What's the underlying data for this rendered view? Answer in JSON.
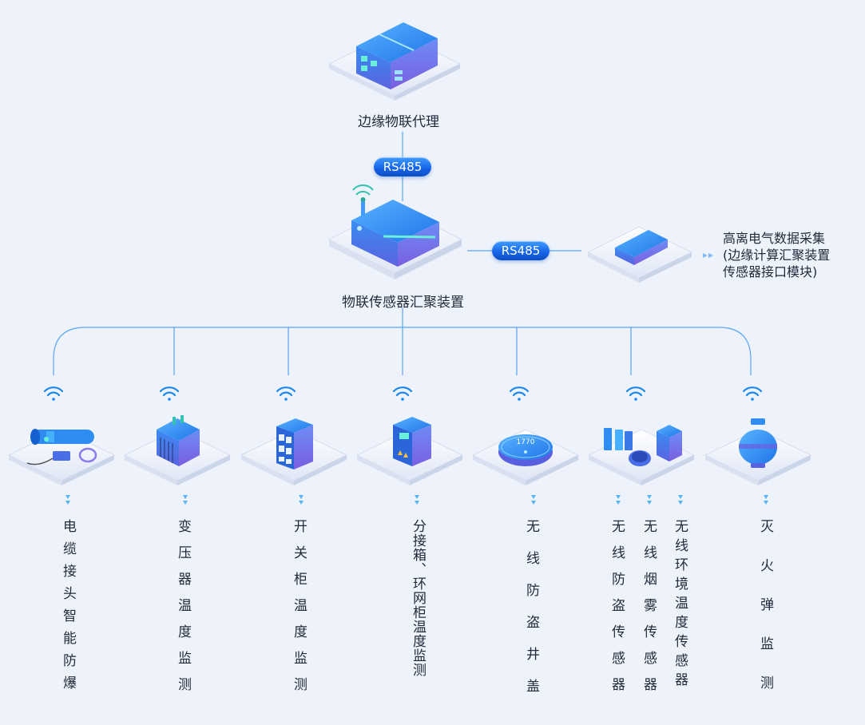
{
  "top_node": {
    "label": "边缘物联代理"
  },
  "link_top": {
    "label": "RS485"
  },
  "hub": {
    "label": "物联传感器汇聚装置"
  },
  "link_side": {
    "label": "RS485"
  },
  "side_node": {
    "lines": [
      "高离电气数据采集",
      "(边缘计算汇聚装置",
      "传感器接口模块)"
    ]
  },
  "devices": [
    {
      "label": "电缆接头智能防爆"
    },
    {
      "label": "变压器温度监测"
    },
    {
      "label": "开关柜温度监测"
    },
    {
      "label": "分接箱、环网柜温度监测"
    },
    {
      "label": "无线防盗井盖"
    },
    {
      "labels": [
        "无线防盗传感器",
        "无线烟雾传感器",
        "无线环境温度传感器"
      ]
    },
    {
      "label": "灭火弹监测"
    }
  ],
  "manhole_display": "1770",
  "colors": {
    "line": "#5aa6f0",
    "accent": "#1463e6",
    "device_top": "#2f8cf0",
    "device_side": "#6a5fe0"
  }
}
